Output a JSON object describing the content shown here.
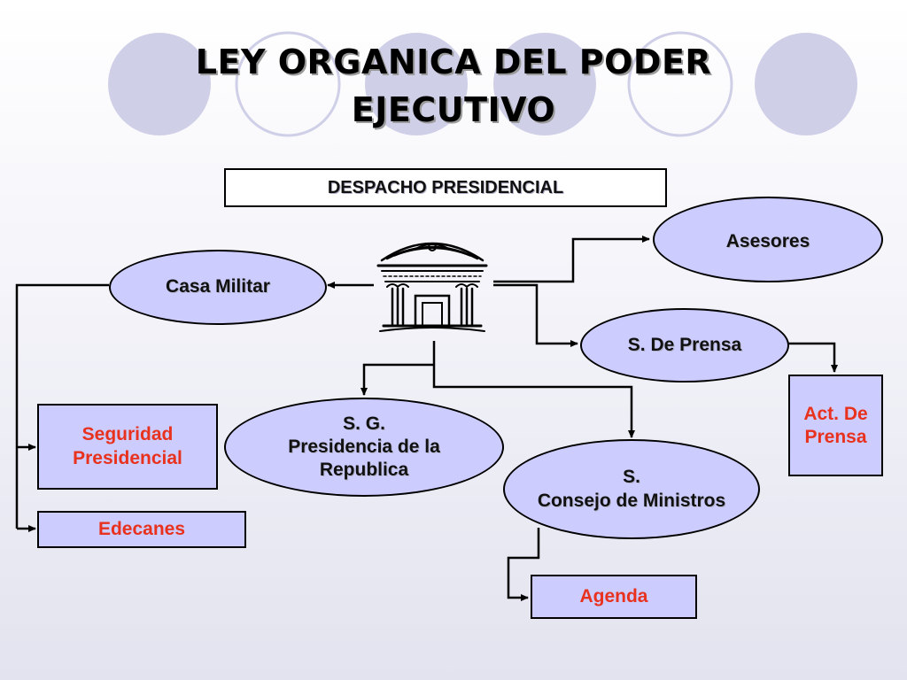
{
  "title": {
    "line1": "LEY ORGANICA DEL PODER",
    "line2": "EJECUTIVO"
  },
  "nodes": {
    "despacho": "DESPACHO PRESIDENCIAL",
    "asesores": "Asesores",
    "casa_militar": "Casa Militar",
    "prensa": "S. De Prensa",
    "act_prensa": "Act. De\nPrensa",
    "seguridad": "Seguridad\nPresidencial",
    "edecanes": "Edecanes",
    "sg": "S. G.\nPresidencia de la\nRepublica",
    "consejo": "S.\nConsejo de Ministros",
    "agenda": "Agenda"
  },
  "icon": "government-building-icon",
  "colors": {
    "node_fill": "#ccccff",
    "red_text": "#e8321e",
    "decor_circle": "#ccccee"
  }
}
